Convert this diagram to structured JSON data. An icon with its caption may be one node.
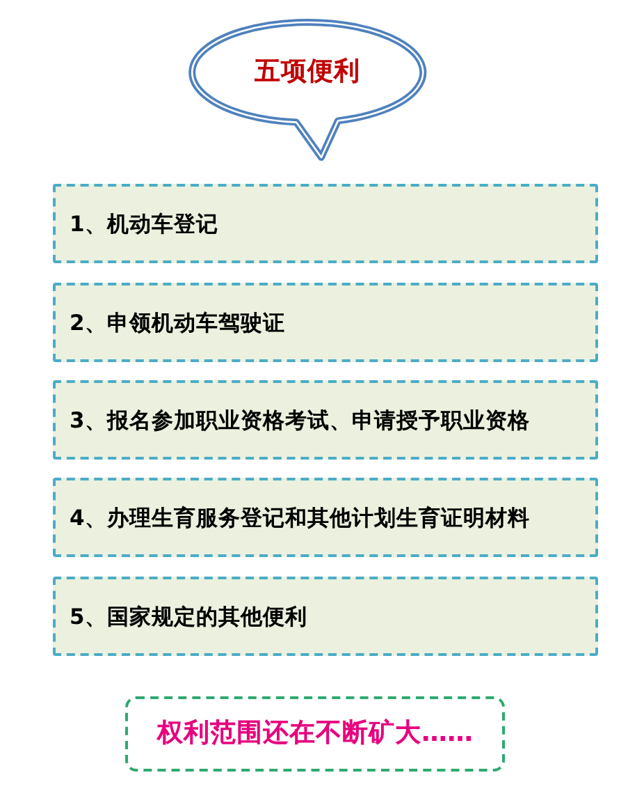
{
  "diagram": {
    "nodes": [
      {
        "text": [
          "五项便利"
        ]
      },
      {
        "text": [
          "1、机动车登记"
        ]
      },
      {
        "text": [
          "2、申领机动车驾驶证"
        ]
      },
      {
        "text": [
          "3、报名参加职业资格考试、申请授予职业资格"
        ]
      },
      {
        "text": [
          "4、办理生育服务登记和其他计划生育证明材料"
        ]
      },
      {
        "text": [
          "5、国家规定的其他便利"
        ]
      },
      {
        "text": [
          "权利范围还在不断矿大……"
        ]
      }
    ]
  }
}
